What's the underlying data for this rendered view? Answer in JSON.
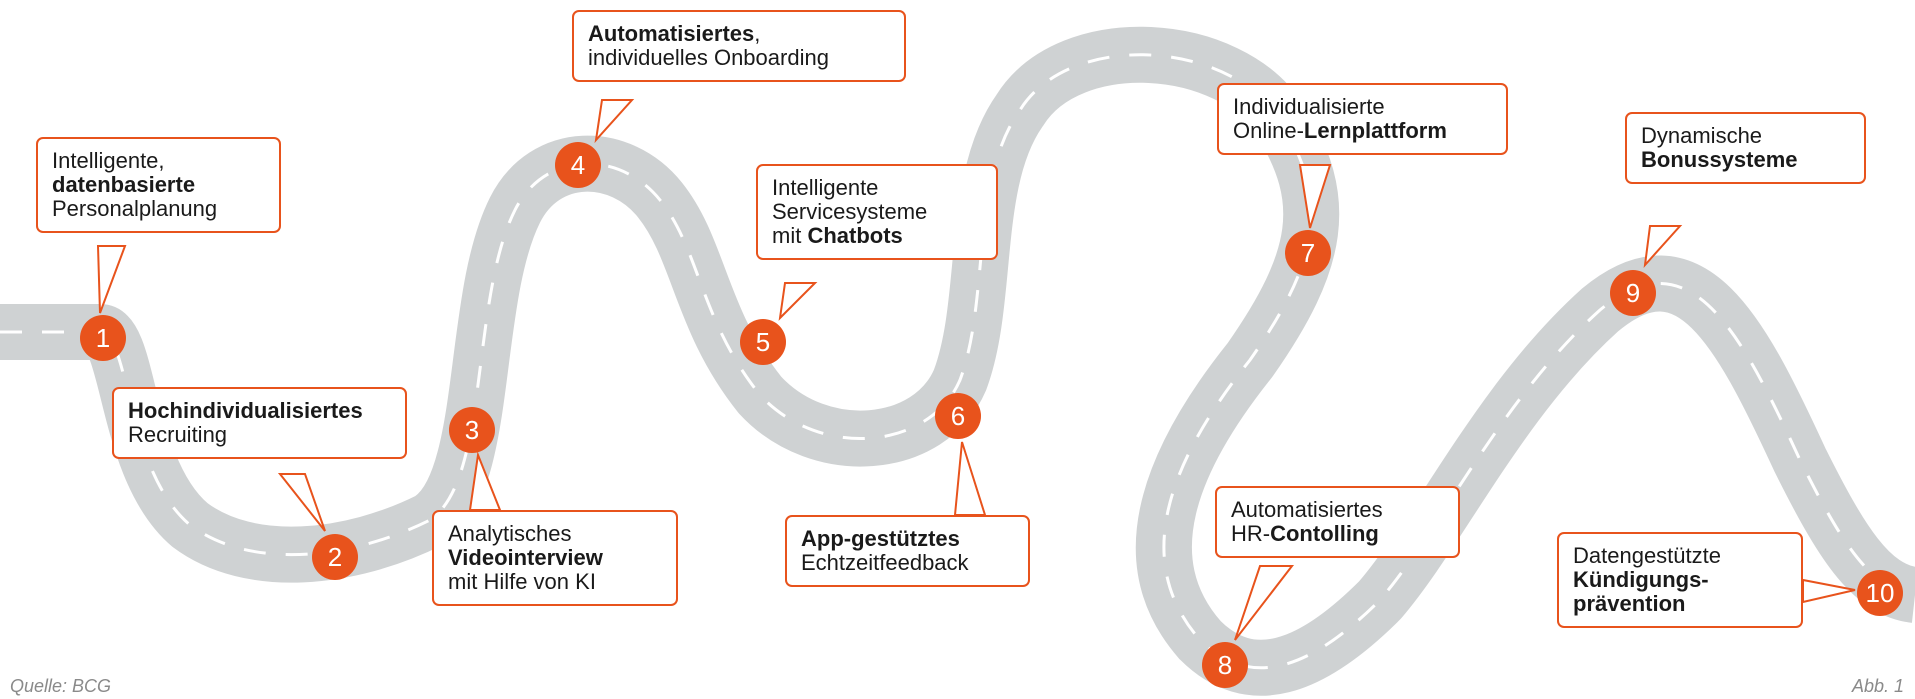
{
  "colors": {
    "road": "#cfd2d3",
    "road_dash": "#ffffff",
    "accent": "#e8531c",
    "callout_border": "#e8531c"
  },
  "steps": [
    {
      "number": "1",
      "lines": [
        {
          "t": "Intelligente,",
          "b": false
        },
        {
          "t": "datenbasierte",
          "b": true
        },
        {
          "t": "Personalplanung",
          "b": false
        }
      ]
    },
    {
      "number": "2",
      "lines": [
        {
          "t": "Hochindividualisiertes",
          "b": true
        },
        {
          "t": "Recruiting",
          "b": false
        }
      ]
    },
    {
      "number": "3",
      "lines": [
        {
          "t": "Analytisches",
          "b": false
        },
        {
          "t": "Videointerview",
          "b": true
        },
        {
          "t": "mit Hilfe von KI",
          "b": false
        }
      ]
    },
    {
      "number": "4",
      "lines": [
        {
          "t": "Automatisiertes",
          "b": true,
          "tail": ","
        },
        {
          "t": "individuelles Onboarding",
          "b": false
        }
      ]
    },
    {
      "number": "5",
      "lines": [
        {
          "t": "Intelligente",
          "b": false
        },
        {
          "t": "Servicesysteme",
          "b": false
        },
        {
          "t": "mit ",
          "b": false,
          "tailb": "Chatbots"
        }
      ]
    },
    {
      "number": "6",
      "lines": [
        {
          "t": "App-gestütztes",
          "b": true
        },
        {
          "t": "Echtzeitfeedback",
          "b": false
        }
      ]
    },
    {
      "number": "7",
      "lines": [
        {
          "t": "Individualisierte",
          "b": false
        },
        {
          "t": "Online-",
          "b": false,
          "tailb": "Lernplattform"
        }
      ]
    },
    {
      "number": "8",
      "lines": [
        {
          "t": "Automatisiertes",
          "b": false
        },
        {
          "t": "HR-",
          "b": false,
          "tailb": "Contolling"
        }
      ]
    },
    {
      "number": "9",
      "lines": [
        {
          "t": "Dynamische",
          "b": false
        },
        {
          "t": "Bonussysteme",
          "b": true
        }
      ]
    },
    {
      "number": "10",
      "lines": [
        {
          "t": "Datengestützte",
          "b": false
        },
        {
          "t": "Kündigungs-",
          "b": true
        },
        {
          "t": "prävention",
          "b": true
        }
      ]
    }
  ],
  "footer": {
    "source": "Quelle: BCG",
    "figure": "Abb. 1"
  }
}
